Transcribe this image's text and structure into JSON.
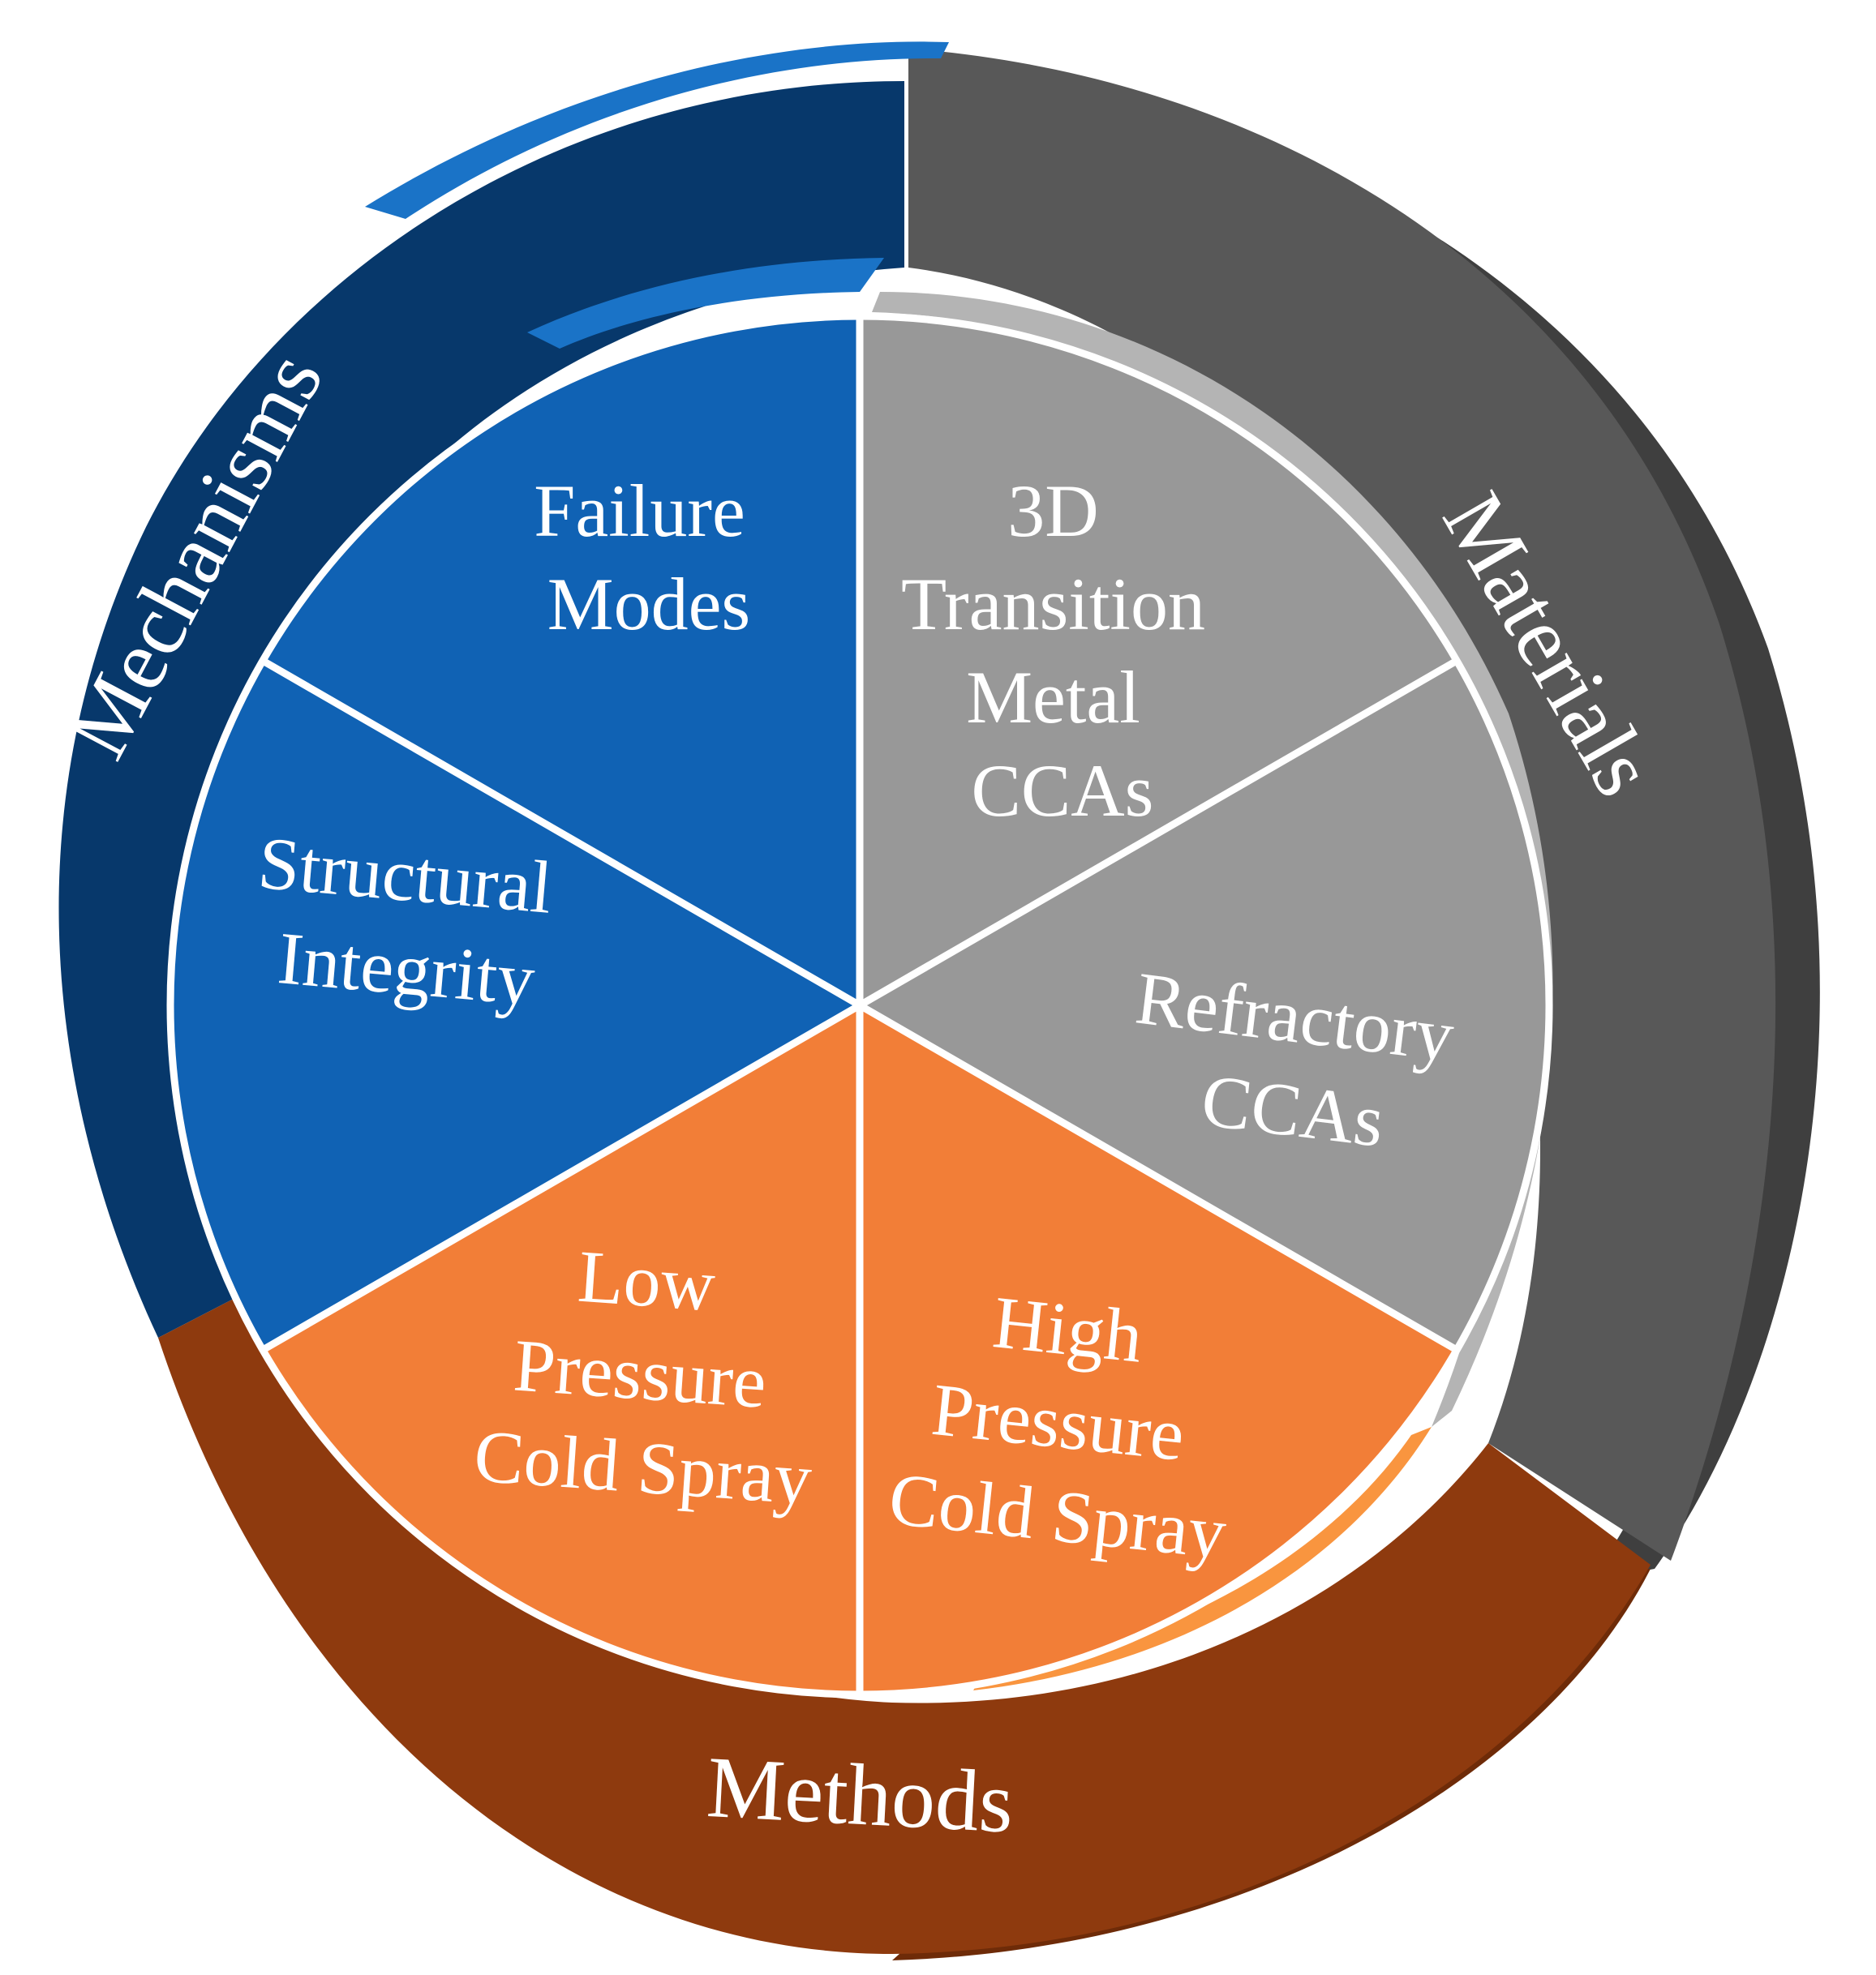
{
  "colors": {
    "mechanisms_outer": "#07386b",
    "mechanisms_inner": "#1062b4",
    "mechanisms_rim": "#1a73c7",
    "materials_outer": "#585858",
    "materials_inner": "#989898",
    "materials_rim": "#b4b4b4",
    "methods_outer": "#8e3a0e",
    "methods_inner": "#f27e37",
    "methods_rim": "#f9953f",
    "divider": "#ffffff"
  },
  "outer_ring": {
    "mechanisms": {
      "label": "Mechanisms"
    },
    "materials": {
      "label": "Materials"
    },
    "methods": {
      "label": "Methods"
    }
  },
  "segments": [
    {
      "group": "mechanisms",
      "lines": [
        "Failure",
        "Modes"
      ]
    },
    {
      "group": "materials",
      "lines": [
        "3D",
        "Transition",
        "Metal",
        "CCAs"
      ]
    },
    {
      "group": "materials",
      "lines": [
        "Refractory",
        "CCAs"
      ]
    },
    {
      "group": "methods",
      "lines": [
        "High",
        "Pressure",
        "Cold Spray"
      ]
    },
    {
      "group": "methods",
      "lines": [
        "Low",
        "Pressure",
        "Cold Spray"
      ]
    },
    {
      "group": "mechanisms",
      "lines": [
        "Structural",
        "Integrity"
      ]
    }
  ]
}
